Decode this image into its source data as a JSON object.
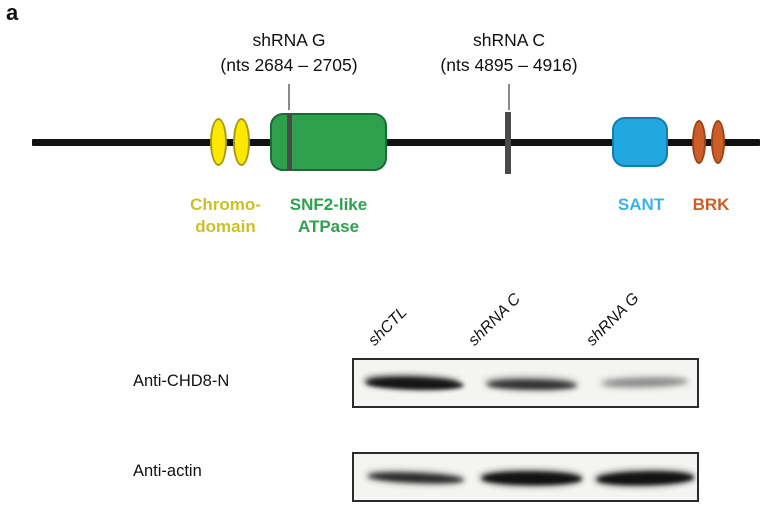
{
  "figure": {
    "panel_label": "a"
  },
  "schematic": {
    "shrna_annotations": [
      {
        "name": "shRNA G",
        "coords": "(nts 2684 – 2705)"
      },
      {
        "name": "shRNA C",
        "coords": "(nts 4895 – 4916)"
      }
    ],
    "domains": [
      {
        "id": "chromodomain",
        "label_line1": "Chromo-",
        "label_line2": "domain",
        "fill": "#ffe800",
        "stroke": "#a59a16",
        "text_color": "#ccc02a",
        "shape": "oval-pair"
      },
      {
        "id": "snf2-like-atpase",
        "label_line1": "SNF2-like",
        "label_line2": "ATPase",
        "fill": "#2fa14e",
        "stroke": "#1d6b34",
        "text_color": "#2fa14e",
        "shape": "rounded-box"
      },
      {
        "id": "sant",
        "label_line1": "SANT",
        "label_line2": "",
        "fill": "#22a7e0",
        "stroke": "#0f7fb0",
        "text_color": "#3bb3e8",
        "shape": "rounded-box"
      },
      {
        "id": "brk",
        "label_line1": "BRK",
        "label_line2": "",
        "fill": "#cc5f27",
        "stroke": "#9b431a",
        "text_color": "#cc5f27",
        "shape": "oval-pair"
      }
    ],
    "backbone_color": "#111111",
    "tick_color": "#4a4a4a"
  },
  "blot": {
    "lane_labels": [
      "shCTL",
      "shRNA C",
      "shRNA G"
    ],
    "rows": [
      {
        "antibody": "Anti-CHD8-N",
        "band_intensities": [
          1.0,
          0.62,
          0.18
        ]
      },
      {
        "antibody": "Anti-actin",
        "band_intensities": [
          0.72,
          1.0,
          1.0
        ]
      }
    ]
  }
}
